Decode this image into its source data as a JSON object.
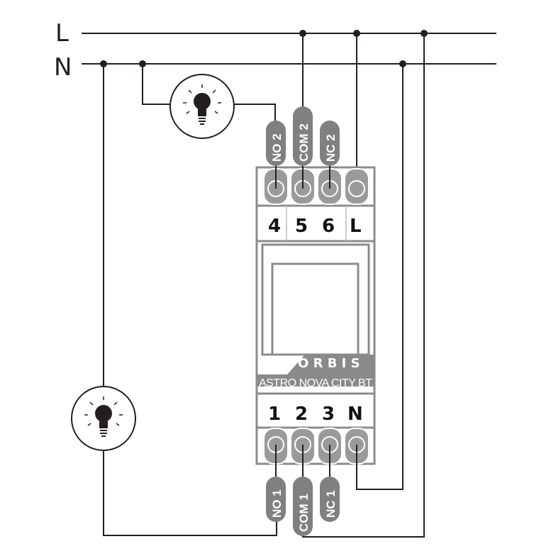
{
  "lines": {
    "live": "L",
    "neutral": "N"
  },
  "device": {
    "brand": "O R B I S",
    "model": "ASTRO NOVA CITY BT",
    "top_terminals": [
      "4",
      "5",
      "6",
      "L"
    ],
    "bottom_terminals": [
      "1",
      "2",
      "3",
      "N"
    ],
    "top_contacts": [
      "NO 2",
      "COM 2",
      "NC 2"
    ],
    "bottom_contacts": [
      "NO 1",
      "COM 1",
      "NC 1"
    ]
  },
  "loads": [
    {
      "icon": "light-bulb-icon"
    },
    {
      "icon": "light-bulb-icon"
    }
  ],
  "colors": {
    "wire": "#231f20",
    "pill": "#808080",
    "device_outline": "#8c8c8c",
    "brand_band": "#8a8a8a"
  }
}
